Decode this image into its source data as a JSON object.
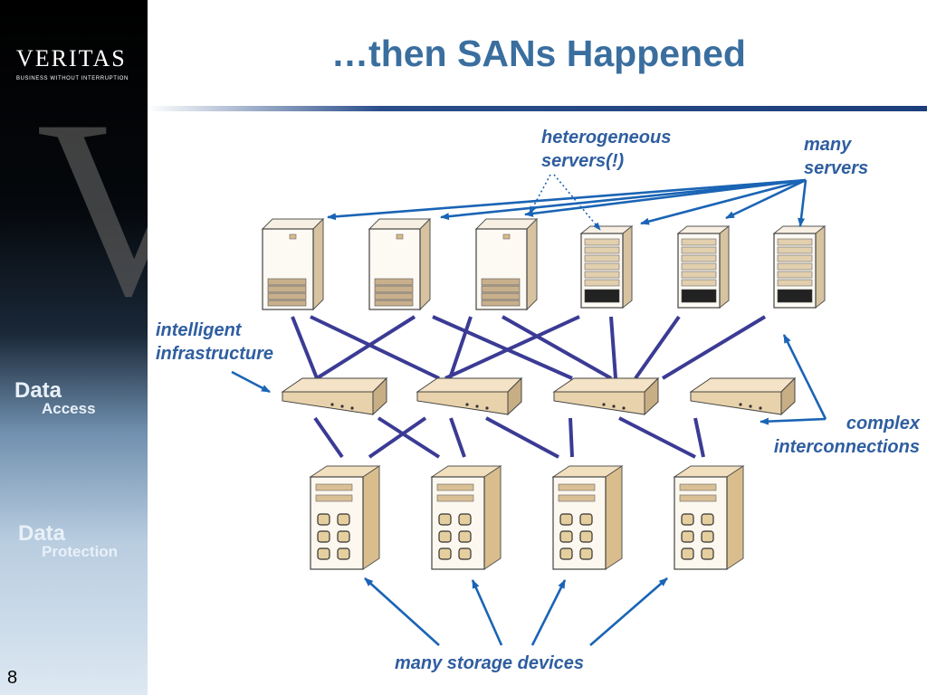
{
  "slide": {
    "title": "…then SANs Happened",
    "page_number": "8"
  },
  "sidebar": {
    "logo_text": "VERITAS",
    "tagline": "BUSINESS WITHOUT INTERRUPTION",
    "watermark_letter": "V",
    "section1_heading": "Data",
    "section1_sub": "Access",
    "section2_heading": "Data",
    "section2_sub": "Protection"
  },
  "labels": {
    "heterogeneous_line1": "heterogeneous",
    "heterogeneous_line2": "servers(!)",
    "many_servers_line1": "many",
    "many_servers_line2": "servers",
    "intelligent_line1": "intelligent",
    "intelligent_line2": "infrastructure",
    "complex_line1": "complex",
    "complex_line2": "interconnections",
    "storage": "many storage devices"
  },
  "colors": {
    "title": "#3a6e9f",
    "label": "#2f5ea0",
    "arrow": "#1a64b5",
    "link": "#3b3b95"
  }
}
